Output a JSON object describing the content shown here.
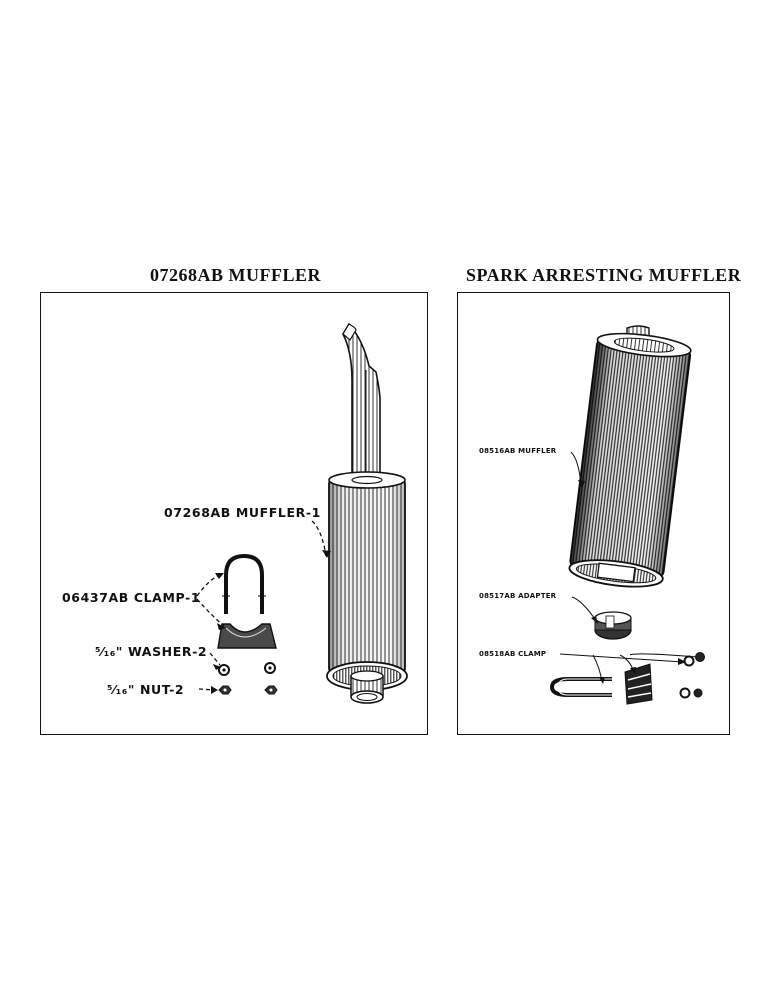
{
  "left_panel": {
    "title": "07268AB MUFFLER",
    "labels": {
      "muffler": "07268AB MUFFLER-1",
      "clamp": "06437AB CLAMP-1",
      "washer": "⁵⁄₁₆\" WASHER-2",
      "nut": "⁵⁄₁₆\" NUT-2"
    }
  },
  "right_panel": {
    "title": "SPARK ARRESTING MUFFLER",
    "labels": {
      "muffler": "08516AB MUFFLER",
      "adapter": "08517AB ADAPTER",
      "clamp": "08518AB CLAMP"
    }
  },
  "colors": {
    "ink": "#111111",
    "paper": "#ffffff",
    "shade": "#555555"
  }
}
